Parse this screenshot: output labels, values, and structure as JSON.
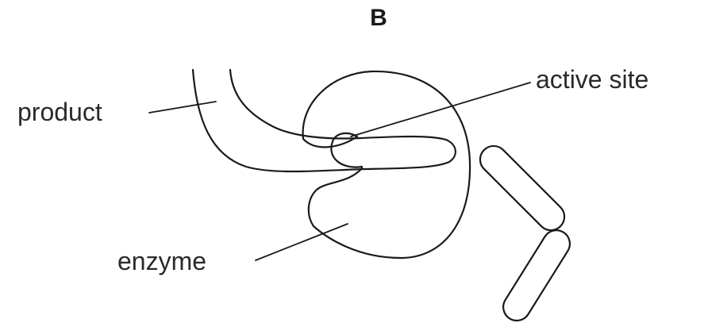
{
  "diagram": {
    "title": "B",
    "labels": {
      "product": "product",
      "active_site": "active site",
      "enzyme": "enzyme"
    }
  }
}
